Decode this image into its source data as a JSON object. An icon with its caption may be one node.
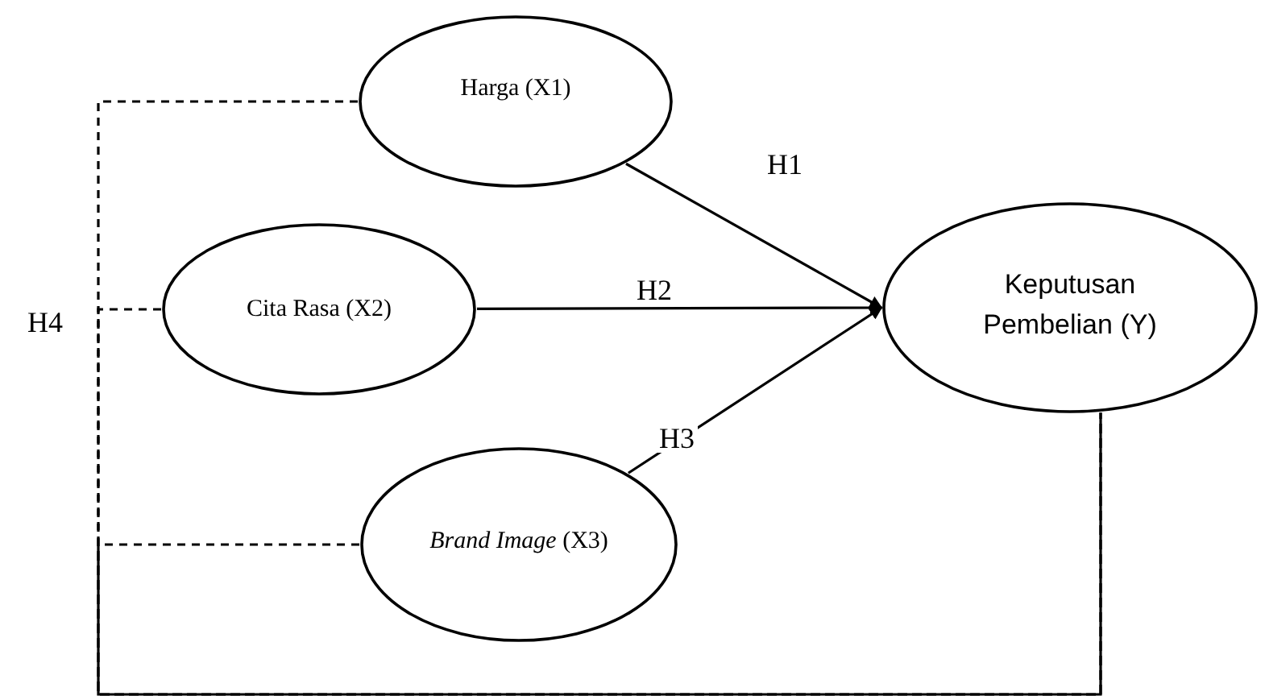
{
  "diagram": {
    "nodes": [
      {
        "text": [
          "Harga (X1)"
        ]
      },
      {
        "text": [
          "Cita Rasa (X2)"
        ]
      },
      {
        "text": [
          "*Brand Image* (X3)"
        ]
      },
      {
        "text": [
          "Keputusan Pembelian (Y)"
        ]
      }
    ],
    "edges": [
      {
        "from": 0,
        "to": 3,
        "arrow": "to",
        "label": "H1"
      },
      {
        "from": 1,
        "to": 3,
        "arrow": "to",
        "label": "H2"
      },
      {
        "from": 2,
        "to": 3,
        "arrow": "to",
        "label": "H3"
      },
      {
        "from": 0,
        "to": 3,
        "arrow": "none",
        "style": "dashed"
      },
      {
        "from": 1,
        "to": 3,
        "arrow": "none",
        "style": "dashed",
        "label": "H4"
      },
      {
        "from": 2,
        "to": 3,
        "arrow": "none",
        "style": "dashed"
      }
    ]
  }
}
